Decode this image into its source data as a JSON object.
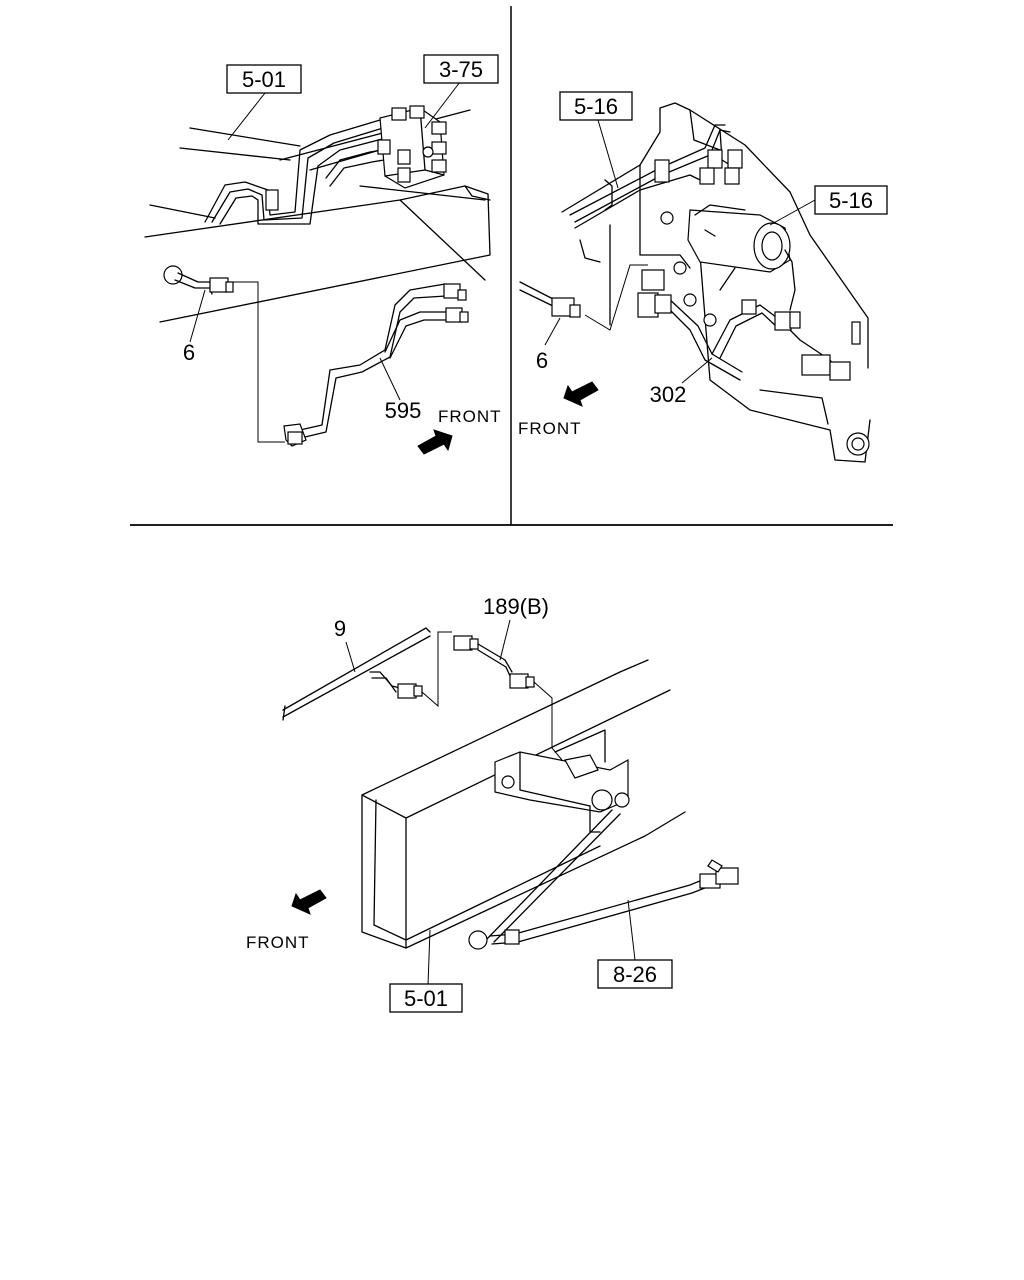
{
  "panels": {
    "top_left": {
      "callouts": {
        "frame": "5-01",
        "valve": "3-75",
        "connector": "6",
        "harness": "595"
      },
      "direction_label": "FRONT"
    },
    "top_right": {
      "callouts": {
        "bracket": "5-16",
        "actuator": "5-16",
        "connector": "6",
        "harness": "302"
      },
      "direction_label": "FRONT"
    },
    "bottom": {
      "callouts": {
        "harness": "9",
        "connector": "189(B)",
        "frame": "5-01",
        "rod": "8-26"
      },
      "direction_label": "FRONT"
    }
  }
}
